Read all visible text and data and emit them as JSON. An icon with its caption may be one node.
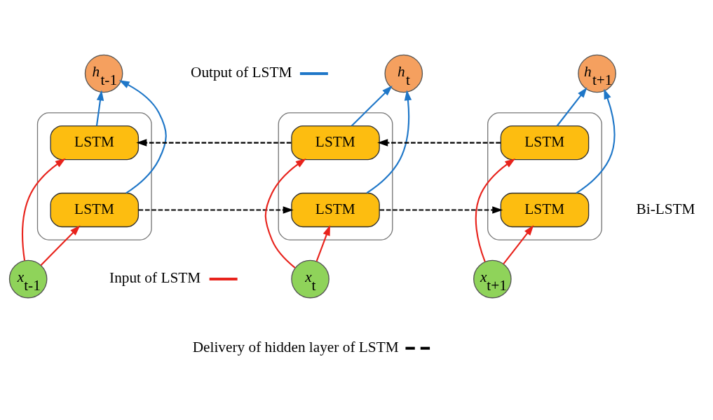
{
  "diagram": {
    "nodes": [
      {
        "text": [
          "*h*$_{t-1}$"
        ]
      },
      {
        "text": [
          "*h*$_{t}$"
        ]
      },
      {
        "text": [
          "*h*$_{t+1}$"
        ]
      },
      {
        "text": [],
        "shape": "box"
      },
      {
        "text": [
          "LSTM"
        ],
        "in": 3
      },
      {
        "text": [
          "LSTM"
        ],
        "in": 3
      },
      {
        "text": [],
        "shape": "box"
      },
      {
        "text": [
          "LSTM"
        ],
        "in": 6
      },
      {
        "text": [
          "LSTM"
        ],
        "in": 6
      },
      {
        "text": [],
        "shape": "box"
      },
      {
        "text": [
          "LSTM"
        ],
        "in": 9
      },
      {
        "text": [
          "LSTM"
        ],
        "in": 9
      },
      {
        "text": [
          "*x*$_{t-1}$"
        ]
      },
      {
        "text": [
          "*x*$_{t}$"
        ]
      },
      {
        "text": [
          "*x*$_{t+1}$"
        ]
      }
    ],
    "edges": [
      {
        "from": 5,
        "to": 0,
        "arrow": "to",
        "color": "#1f77c8"
      },
      {
        "from": 4,
        "to": 0,
        "arrow": "to",
        "color": "#1f77c8"
      },
      {
        "from": 8,
        "to": 1,
        "arrow": "to",
        "color": "#1f77c8"
      },
      {
        "from": 7,
        "to": 1,
        "arrow": "to",
        "color": "#1f77c8"
      },
      {
        "from": 11,
        "to": 2,
        "arrow": "to",
        "color": "#1f77c8"
      },
      {
        "from": 10,
        "to": 2,
        "arrow": "to",
        "color": "#1f77c8"
      },
      {
        "from": 12,
        "to": 5,
        "arrow": "to",
        "color": "#e8231c"
      },
      {
        "from": 12,
        "to": 4,
        "arrow": "to",
        "color": "#e8231c"
      },
      {
        "from": 13,
        "to": 8,
        "arrow": "to",
        "color": "#e8231c"
      },
      {
        "from": 13,
        "to": 7,
        "arrow": "to",
        "color": "#e8231c"
      },
      {
        "from": 14,
        "to": 11,
        "arrow": "to",
        "color": "#e8231c"
      },
      {
        "from": 14,
        "to": 10,
        "arrow": "to",
        "color": "#e8231c"
      },
      {
        "from": 7,
        "to": 4,
        "arrow": "to",
        "style": "dashed",
        "color": "#000000"
      },
      {
        "from": 10,
        "to": 7,
        "arrow": "to",
        "style": "dashed",
        "color": "#000000"
      },
      {
        "from": 5,
        "to": 8,
        "arrow": "to",
        "style": "dashed",
        "color": "#000000"
      },
      {
        "from": 8,
        "to": 11,
        "arrow": "to",
        "style": "dashed",
        "color": "#000000"
      }
    ],
    "labels": [
      "Bi-LSTM"
    ],
    "legend": [
      {
        "text": "Output of LSTM"
      },
      {
        "text": "Input of LSTM"
      },
      {
        "text": "Delivery of hidden layer of LSTM"
      }
    ]
  }
}
